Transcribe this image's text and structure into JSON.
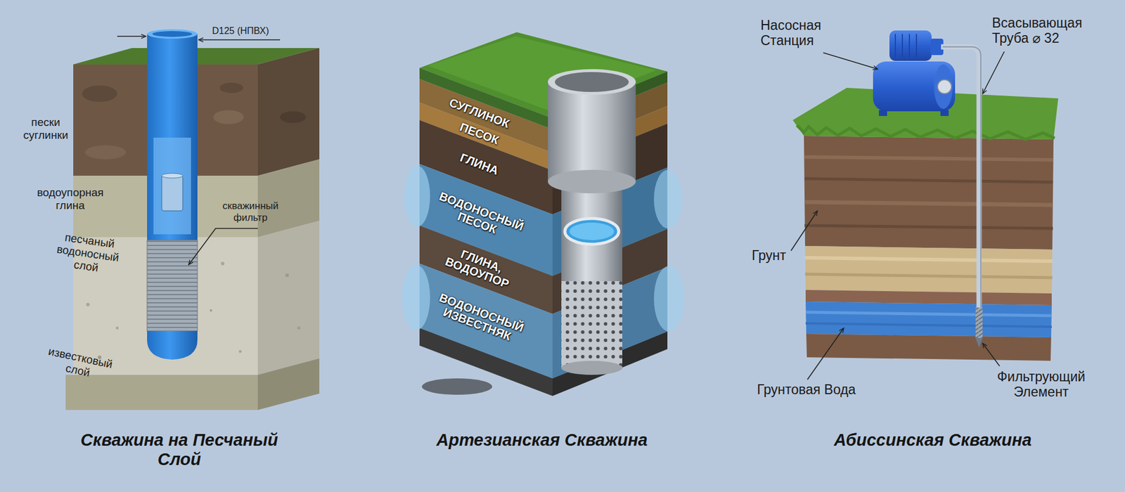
{
  "diagram": {
    "labels": [
      "D125 (НПВХ)",
      "пески суглинки",
      "водоупорная глина",
      "скважинный фильтр",
      "песчаный водоносный слой",
      "известковый слой",
      "Скважина на Песчаный Слой",
      "СУГЛИНОК",
      "ПЕСОК",
      "ГЛИНА",
      "ВОДОНОСНЫЙ ПЕСОК",
      "ГЛИНА, ВОДОУПОР",
      "ВОДОНОСНЫЙ ИЗВЕСТНЯК",
      "Артезианская Скважина",
      "Насосная Станция",
      "Всасывающая Труба ⌀ 32",
      "Грунт",
      "Грунтовая Вода",
      "Фильтрующий Элемент",
      "Абиссинская Скважина"
    ]
  }
}
